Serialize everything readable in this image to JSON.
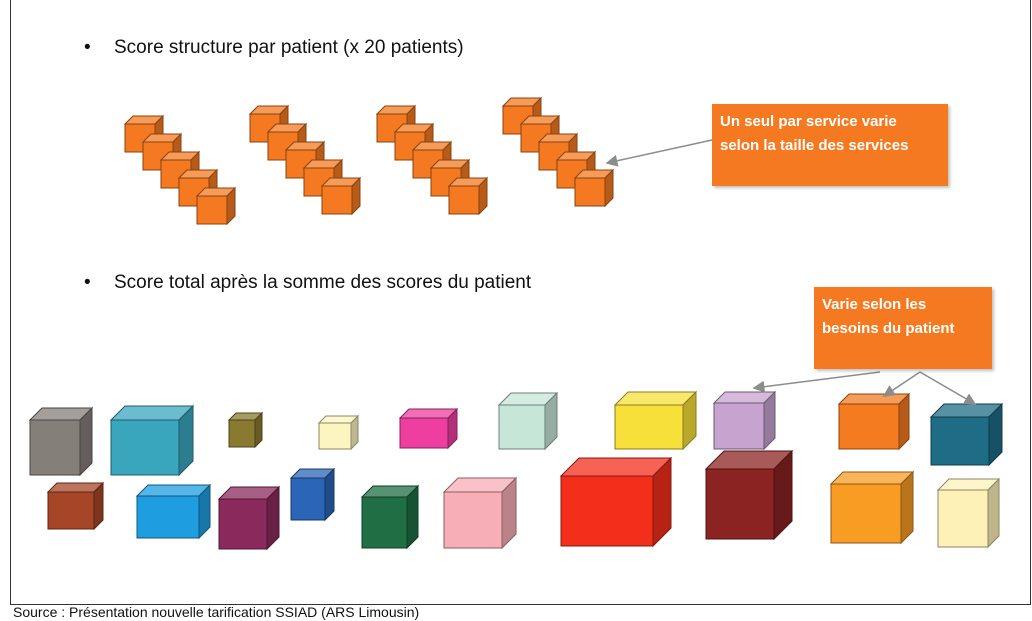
{
  "bullets": {
    "first": "Score structure par patient (x 20 patients)",
    "second": "Score total après la somme des scores du patient"
  },
  "callouts": {
    "service": "Un seul par service varie selon la taille des services",
    "patient": "Varie selon les besoins du patient"
  },
  "source": "Source : Présentation nouvelle tarification SSIAD (ARS Limousin)",
  "colors": {
    "structure_cube": "#f47920",
    "callout_bg": "#f47920",
    "arrow": "#8c8c8c"
  }
}
